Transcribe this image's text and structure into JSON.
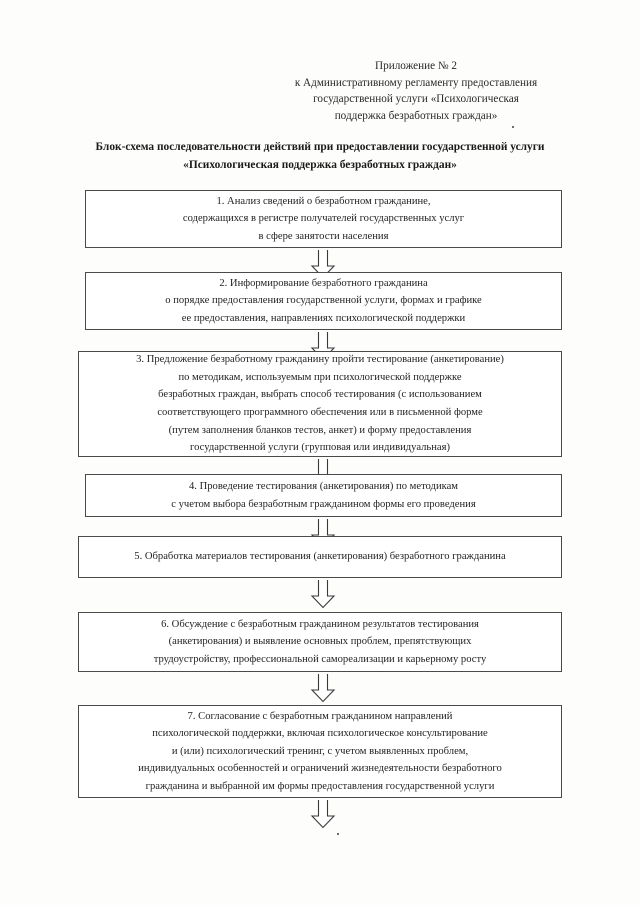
{
  "document": {
    "appendix_header": {
      "lines": [
        "Приложение № 2",
        "к Административному регламенту предоставления",
        "государственной услуги «Психологическая",
        "поддержка безработных граждан»"
      ]
    },
    "title": {
      "lines": [
        "Блок-схема последовательности действий при предоставлении государственной услуги",
        "«Психологическая  поддержка безработных граждан»"
      ]
    },
    "flowchart": {
      "type": "process-flow",
      "direction": "top-to-bottom",
      "connector": "hollow-block-arrow-down",
      "steps": [
        {
          "number": "1",
          "lines": [
            "1. Анализ сведений о безработном гражданине,",
            "содержащихся в регистре получателей государственных услуг",
            "в сфере занятости населения"
          ]
        },
        {
          "number": "2",
          "lines": [
            "2. Информирование безработного гражданина",
            "о порядке предоставления государственной услуги, формах и графике",
            "ее предоставления, направлениях психологической поддержки"
          ]
        },
        {
          "number": "3",
          "lines": [
            "3. Предложение безработному гражданину пройти тестирование (анкетирование)",
            "по методикам, используемым при психологической поддержке",
            "безработных граждан, выбрать способ тестирования (с использованием",
            "соответствующего программного обеспечения или в письменной форме",
            "(путем заполнения бланков тестов, анкет) и форму предоставления",
            "государственной услуги (групповая или индивидуальная)"
          ]
        },
        {
          "number": "4",
          "lines": [
            "4. Проведение тестирования (анкетирования) по методикам",
            "с учетом выбора безработным гражданином формы его проведения"
          ]
        },
        {
          "number": "5",
          "lines": [
            "5. Обработка материалов тестирования (анкетирования) безработного гражданина"
          ]
        },
        {
          "number": "6",
          "lines": [
            "6. Обсуждение с безработным гражданином результатов тестирования",
            "(анкетирования) и выявление основных проблем, препятствующих",
            "трудоустройству, профессиональной самореализации и карьерному росту"
          ]
        },
        {
          "number": "7",
          "lines": [
            "7. Согласование с безработным гражданином направлений",
            "психологической поддержки, включая  психологическое консультирование",
            "и (или) психологический тренинг, с учетом выявленных проблем,",
            "индивидуальных особенностей и ограничений жизнедеятельности безработного",
            "гражданина и выбранной им формы предоставления государственной услуги"
          ]
        }
      ]
    },
    "colors": {
      "page_background": "#fdfdfc",
      "text": "#232323",
      "box_border": "#4a4a4a",
      "arrow_stroke": "#3a3a3a"
    }
  }
}
